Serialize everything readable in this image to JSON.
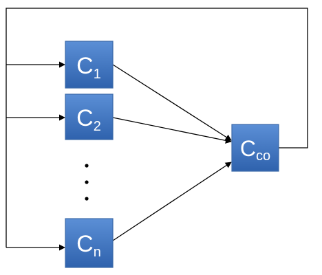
{
  "diagram": {
    "nodes": [
      {
        "id": "c1",
        "label": "C",
        "sub": "1"
      },
      {
        "id": "c2",
        "label": "C",
        "sub": "2"
      },
      {
        "id": "cn",
        "label": "C",
        "sub": "n"
      },
      {
        "id": "cco",
        "label": "C",
        "sub": "co"
      }
    ],
    "ellipsis_dots": 3,
    "colors": {
      "node_fill_top": "#5b8fd6",
      "node_fill_bottom": "#2f62ad",
      "node_border": "#3c6aa8",
      "text": "#ffffff",
      "line": "#000000"
    }
  }
}
